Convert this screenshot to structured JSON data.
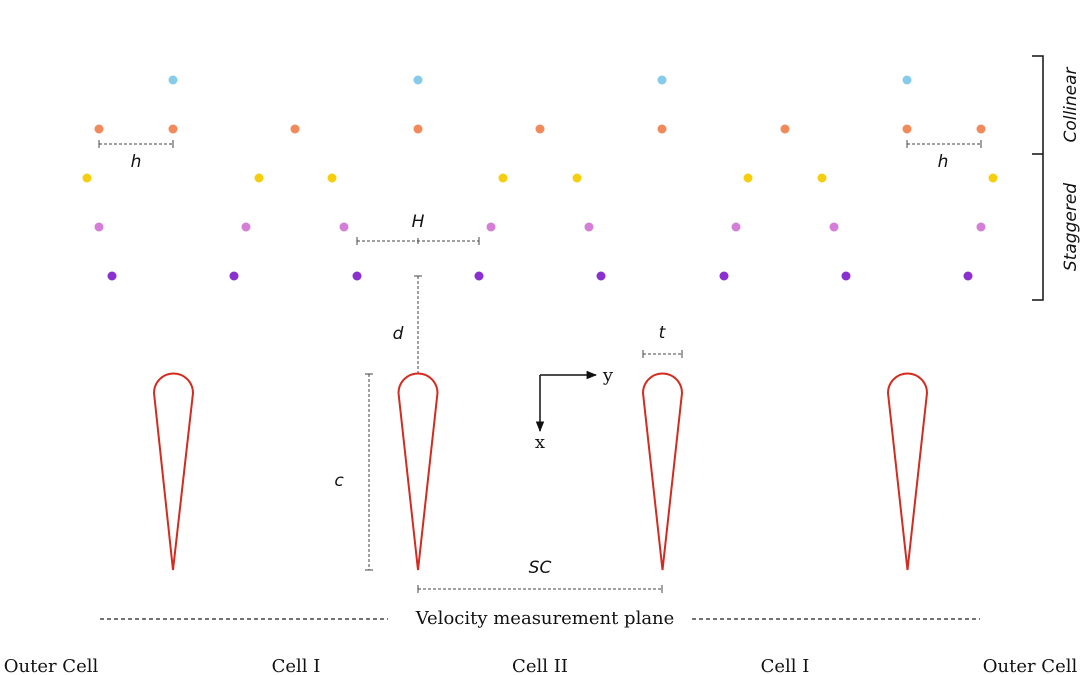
{
  "labels": {
    "h_left": "h",
    "h_right": "h",
    "H": "H",
    "d": "d",
    "t": "t",
    "c": "c",
    "SC": "SC",
    "axis_y": "y",
    "axis_x": "x",
    "collinear": "Collinear",
    "staggered": "Staggered",
    "measurement_plane": "Velocity measurement plane"
  },
  "cells": [
    {
      "label": "Outer Cell"
    },
    {
      "label": "Cell I"
    },
    {
      "label": "Cell II"
    },
    {
      "label": "Cell I"
    },
    {
      "label": "Outer Cell"
    }
  ],
  "colors": {
    "foil": "#d42a1f",
    "row_lightblue": "#87cbea",
    "row_orange": "#f08a5b",
    "row_yellow": "#f5cf0f",
    "row_pink": "#d57ed7",
    "row_purple": "#8a2fd0",
    "lines": "#222222"
  }
}
